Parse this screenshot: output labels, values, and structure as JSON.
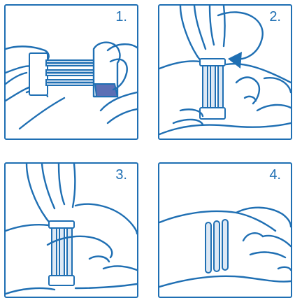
{
  "steps": [
    {
      "label": "1."
    },
    {
      "label": "2."
    },
    {
      "label": "3."
    },
    {
      "label": "4."
    }
  ],
  "colors": {
    "line": "#1f6fb3",
    "shade": "#5b6fb5",
    "strip_fill": "#dde8f4"
  }
}
